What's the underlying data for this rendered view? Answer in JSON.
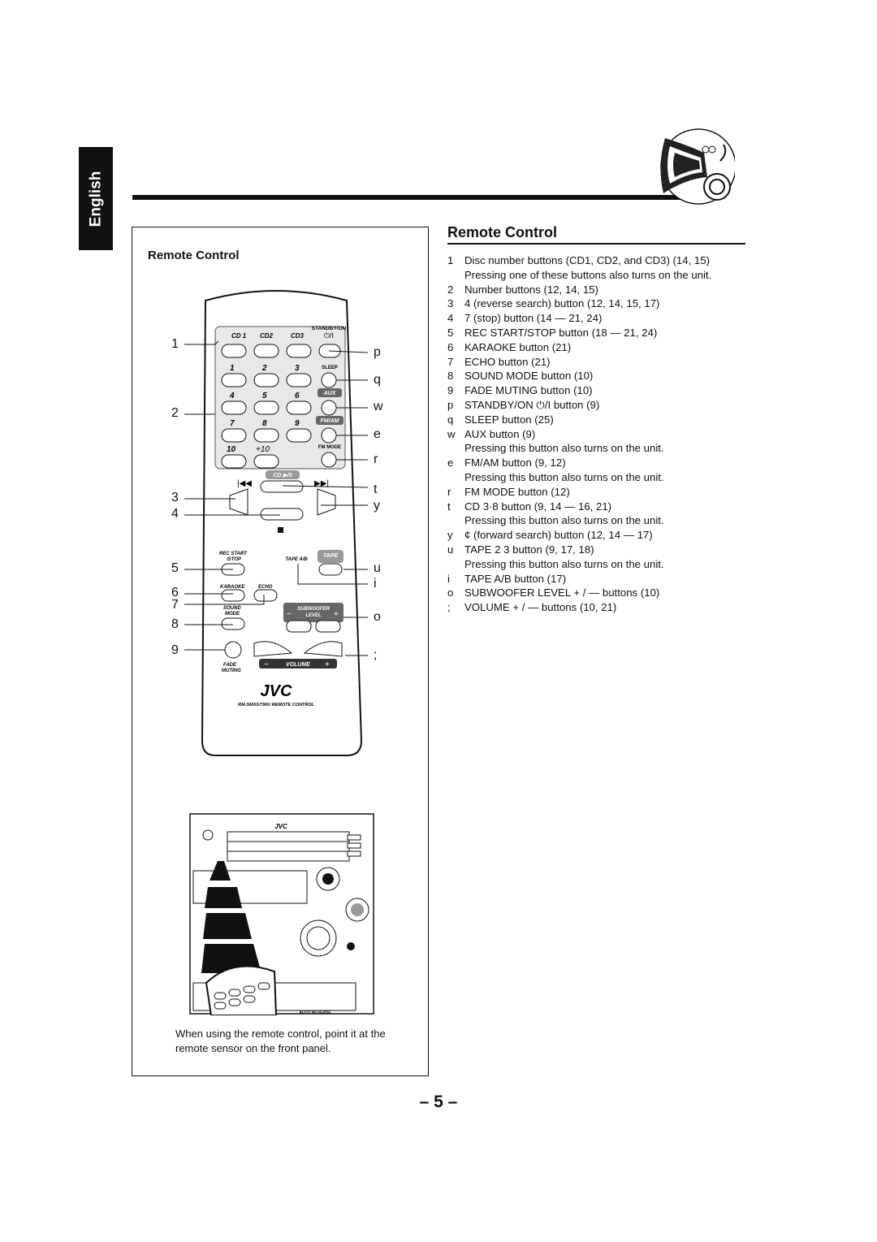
{
  "language_tab": "English",
  "left_panel": {
    "title": "Remote Control",
    "caption": "When using the remote control, point it at the remote sensor on the front panel.",
    "remote": {
      "standby_label": "STANDBY/ON",
      "cd1": "CD 1",
      "cd2": "CD2",
      "cd3": "CD3",
      "power_symbol": "⏻/I",
      "numbers": [
        "1",
        "2",
        "3",
        "4",
        "5",
        "6",
        "7",
        "8",
        "9",
        "10",
        "+10"
      ],
      "sleep": "SLEEP",
      "aux": "AUX",
      "fmam": "FM/AM",
      "fm_mode": "FM MODE",
      "cd_play": "CD ▶/II",
      "rec_start": "REC START",
      "rec_stop": "/STOP",
      "tape_ab": "TAPE A/B",
      "tape": "TAPE",
      "karaoke": "KARAOKE",
      "echo": "ECHO",
      "sound": "SOUND",
      "mode": "MODE",
      "subwoofer": "SUBWOOFER",
      "level": "LEVEL",
      "fade": "FADE",
      "muting": "MUTING",
      "volume": "VOLUME",
      "brand": "JVC",
      "model": "RM-SMXGT90U REMOTE CONTROL"
    },
    "callouts_left": [
      "1",
      "2",
      "3",
      "4",
      "5",
      "6",
      "7",
      "8",
      "9"
    ],
    "callouts_right": [
      "p",
      "q",
      "w",
      "e",
      "r",
      "t",
      "y",
      "u",
      "i",
      "o",
      ";"
    ],
    "unit": {
      "brand": "JVC",
      "auto_reverse": "AUTO REVERSE"
    }
  },
  "right_panel": {
    "title": "Remote Control",
    "items": [
      {
        "mark": "1",
        "text": "Disc number buttons (CD1, CD2, and CD3) (14, 15)"
      },
      {
        "mark": "",
        "text": "Pressing one of these buttons also turns on the unit."
      },
      {
        "mark": "2",
        "text": "Number buttons (12, 14, 15)"
      },
      {
        "mark": "3",
        "text": "4   (reverse search) button (12, 14, 15, 17)"
      },
      {
        "mark": "4",
        "text": "7  (stop) button (14 — 21, 24)"
      },
      {
        "mark": "5",
        "text": "REC START/STOP button (18 — 21, 24)"
      },
      {
        "mark": "6",
        "text": "KARAOKE button (21)"
      },
      {
        "mark": "7",
        "text": "ECHO button (21)"
      },
      {
        "mark": "8",
        "text": "SOUND MODE button (10)"
      },
      {
        "mark": "9",
        "text": "FADE MUTING button (10)"
      },
      {
        "mark": "p",
        "text": "STANDBY/ON ⏻/I button (9)"
      },
      {
        "mark": "q",
        "text": "SLEEP button (25)"
      },
      {
        "mark": "w",
        "text": "AUX button (9)"
      },
      {
        "mark": "",
        "text": "Pressing this button also turns on the unit."
      },
      {
        "mark": "e",
        "text": "FM/AM button (9, 12)"
      },
      {
        "mark": "",
        "text": "Pressing this button also turns on the unit."
      },
      {
        "mark": "r",
        "text": "FM MODE button (12)"
      },
      {
        "mark": "t",
        "text": "CD 3·8   button (9, 14 — 16, 21)"
      },
      {
        "mark": "",
        "text": "Pressing this button also turns on the unit."
      },
      {
        "mark": "y",
        "text": "¢   (forward search) button (12, 14 — 17)"
      },
      {
        "mark": "u",
        "text": "TAPE 2  3  button (9, 17, 18)"
      },
      {
        "mark": "",
        "text": "Pressing this button also turns on the unit."
      },
      {
        "mark": "i",
        "text": "TAPE A/B button (17)"
      },
      {
        "mark": "o",
        "text": "SUBWOOFER LEVEL + / — buttons (10)"
      },
      {
        "mark": ";",
        "text": "VOLUME + / — buttons (10, 21)"
      }
    ]
  },
  "page_number": "– 5 –"
}
